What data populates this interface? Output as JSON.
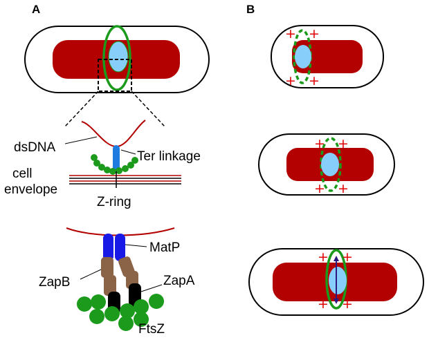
{
  "panels": {
    "a": {
      "label": "A",
      "labels": {
        "dsdna": "dsDNA",
        "ter_linkage": "Ter linkage",
        "cell_envelope_1": "cell",
        "cell_envelope_2": "envelope",
        "z_ring": "Z-ring",
        "matp": "MatP",
        "zapb": "ZapB",
        "zapa": "ZapA",
        "ftsz": "FtsZ"
      }
    },
    "b": {
      "label": "B",
      "plus_sign": "+"
    }
  },
  "colors": {
    "chromosome": "#b30000",
    "z_ring": "#1b9a1b",
    "ter_region": "#87cefa",
    "ter_linkage": "#1e7be0",
    "matp": "#1a1ae6",
    "zapb": "#8b6347",
    "zapa": "#000000",
    "ftsz": "#1b9a1b",
    "plus_sign": "#e00000",
    "division_arrow": "#2a1a80"
  }
}
